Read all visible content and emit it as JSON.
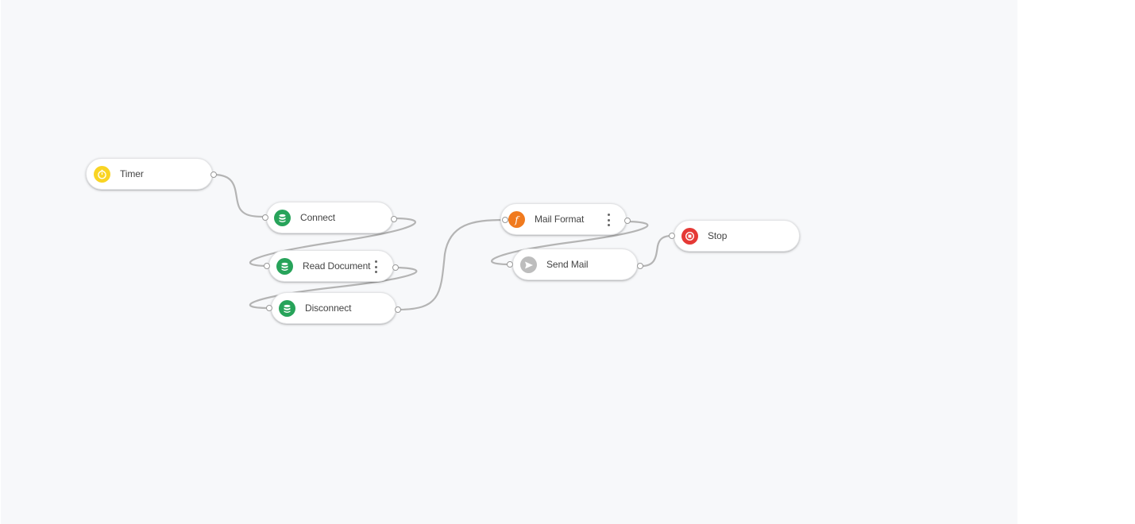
{
  "nodes": {
    "timer": {
      "label": "Timer",
      "icon": "stopwatch-icon",
      "color": "#f9d423"
    },
    "connect": {
      "label": "Connect",
      "icon": "database-icon",
      "color": "#27a35a"
    },
    "read_document": {
      "label": "Read Document",
      "icon": "database-icon",
      "color": "#27a35a"
    },
    "disconnect": {
      "label": "Disconnect",
      "icon": "database-icon",
      "color": "#27a35a"
    },
    "mail_format": {
      "label": "Mail Format",
      "icon": "function-icon",
      "color": "#f07a1e"
    },
    "send_mail": {
      "label": "Send Mail",
      "icon": "send-icon",
      "color": "#bdbdbd"
    },
    "stop": {
      "label": "Stop",
      "icon": "stop-icon",
      "color": "#e53935"
    }
  },
  "colors": {
    "canvas": "#f7f8fa",
    "wire": "#b4b4b4"
  }
}
